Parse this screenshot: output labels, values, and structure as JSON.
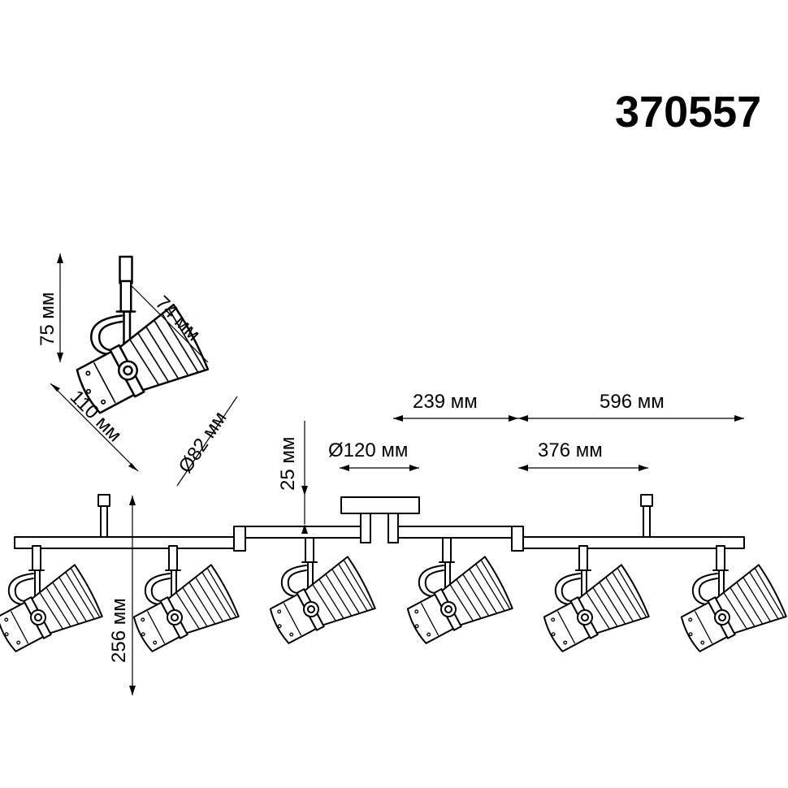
{
  "model_number": "370557",
  "dimensions": {
    "head_height": "75 мм",
    "head_depth": "74 мм",
    "head_length": "110 мм",
    "lens_diameter": "Ø82 мм",
    "bracket_offset": "25 мм",
    "canopy_diameter": "Ø120 мм",
    "center_section": "239 мм",
    "side_section": "596 мм",
    "outer_section": "376 мм",
    "total_height": "256 мм"
  },
  "spot_count": 6,
  "colors": {
    "line": "#000000",
    "background": "#ffffff"
  }
}
